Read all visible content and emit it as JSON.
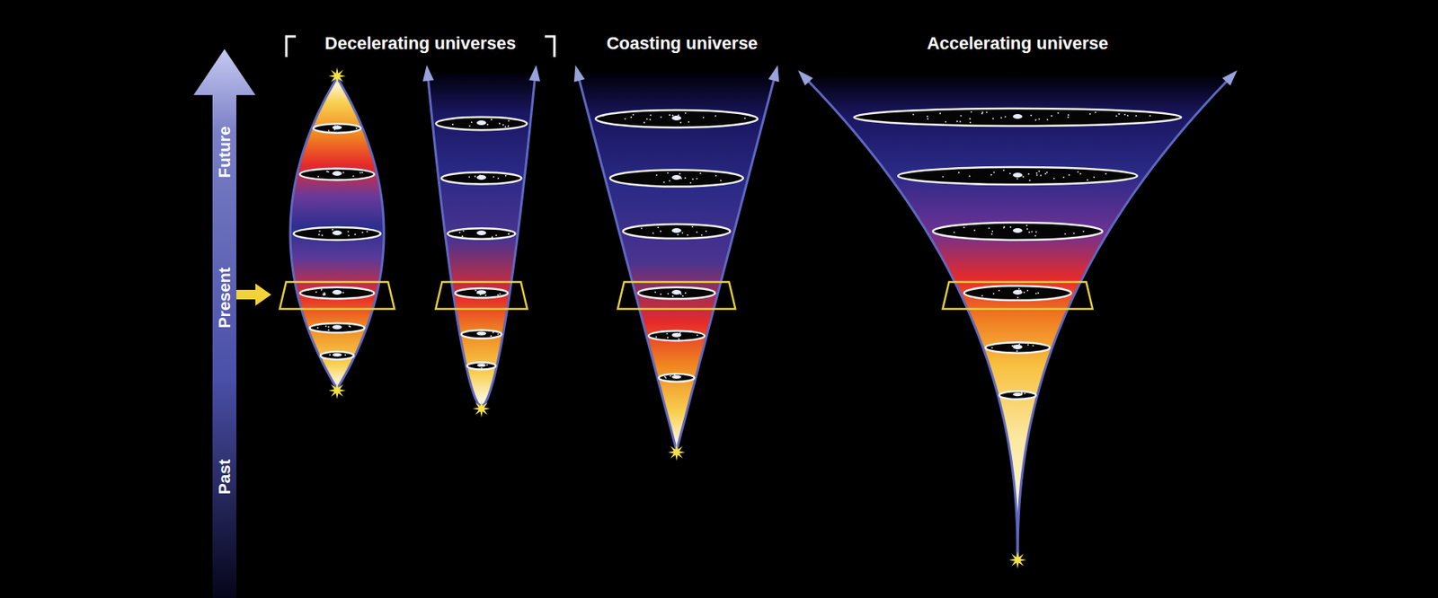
{
  "diagram": {
    "labels": [
      "Decelerating universes",
      "Coasting universe",
      "Accelerating universe",
      "Future",
      "Present",
      "Past"
    ]
  }
}
